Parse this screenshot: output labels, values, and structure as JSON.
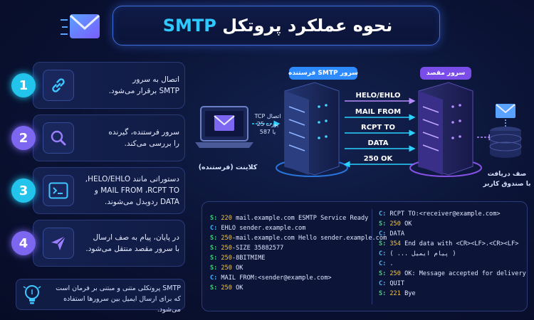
{
  "header": {
    "title_prefix": "نحوه عملکرد پروتکل",
    "title_protocol": "SMTP"
  },
  "steps": [
    {
      "number": "1",
      "icon": "link-icon",
      "color": "#23c4ec",
      "text": "اتصال به سرور\nSMTP برقرار می‌شود."
    },
    {
      "number": "2",
      "icon": "search-icon",
      "color": "#7d66f0",
      "text": "سرور فرستنده، گیرنده\nرا بررسی می‌کند."
    },
    {
      "number": "3",
      "icon": "terminal-icon",
      "color": "#23c4ec",
      "text": "دستوراتی مانند HELO/EHLO,\nMAIL FROM ،RCPT TO و\nDATA ردوبدل می‌شوند."
    },
    {
      "number": "4",
      "icon": "send-icon",
      "color": "#7d66f0",
      "text": "در پایان، پیام به صف ارسال\nبا سرور مقصد منتقل می‌شود."
    }
  ],
  "tip": {
    "icon": "lightbulb-icon",
    "text": "SMTP پروتکلی متنی و مبتنی بر فرمان است\nکه برای ارسال ایمیل بین سرورها استفاده می‌شود."
  },
  "diagram": {
    "client_label": "کلاینت (فرستنده)",
    "tcp_label": "اتصال TCP\nپورت 25\nیا 587",
    "sender_server": "سرور SMTP فرستنده",
    "dest_server": "سرور مقصد",
    "mailbox_label": "صف دریافت\nبا صندوق کاربر",
    "commands": [
      "HELO/EHLO",
      "MAIL FROM",
      "RCPT TO",
      "DATA",
      "250 OK"
    ],
    "colors": {
      "sender": "#2e8bff",
      "dest": "#7a4de8",
      "cyan": "#29d3ff",
      "purple": "#9b5cff"
    }
  },
  "terminal": {
    "left": [
      {
        "p": "S:",
        "k": "s",
        "code": "220",
        "text": " mail.example.com ESMTP Service Ready"
      },
      {
        "p": "C:",
        "k": "c",
        "code": "",
        "text": "EHLO sender.example.com"
      },
      {
        "p": "S:",
        "k": "s",
        "code": "250",
        "text": "-mail.example.com Hello sender.example.com"
      },
      {
        "p": "S:",
        "k": "s",
        "code": "250",
        "text": "-SIZE 35882577"
      },
      {
        "p": "S:",
        "k": "s",
        "code": "250",
        "text": "-8BITMIME"
      },
      {
        "p": "S:",
        "k": "s",
        "code": "250",
        "text": " OK"
      },
      {
        "p": "C:",
        "k": "c",
        "code": "",
        "text": "MAIL FROM:<sender@example.com>"
      },
      {
        "p": "S:",
        "k": "s",
        "code": "250",
        "text": " OK"
      }
    ],
    "right": [
      {
        "p": "C:",
        "k": "c",
        "code": "",
        "text": "RCPT TO:<receiver@example.com>"
      },
      {
        "p": "S:",
        "k": "s",
        "code": "250",
        "text": " OK"
      },
      {
        "p": "C:",
        "k": "c",
        "code": "",
        "text": "DATA"
      },
      {
        "p": "S:",
        "k": "s",
        "code": "354",
        "text": " End data with <CR><LF>.<CR><LF>"
      },
      {
        "p": "C:",
        "k": "c",
        "code": "",
        "text": "( پیام ایمیل ... )"
      },
      {
        "p": "C:",
        "k": "c",
        "code": "",
        "text": "."
      },
      {
        "p": "S:",
        "k": "s",
        "code": "250",
        "text": " OK: Message accepted for delivery"
      },
      {
        "p": "C:",
        "k": "c",
        "code": "",
        "text": "QUIT"
      },
      {
        "p": "S:",
        "k": "s",
        "code": "221",
        "text": " Bye"
      }
    ]
  }
}
